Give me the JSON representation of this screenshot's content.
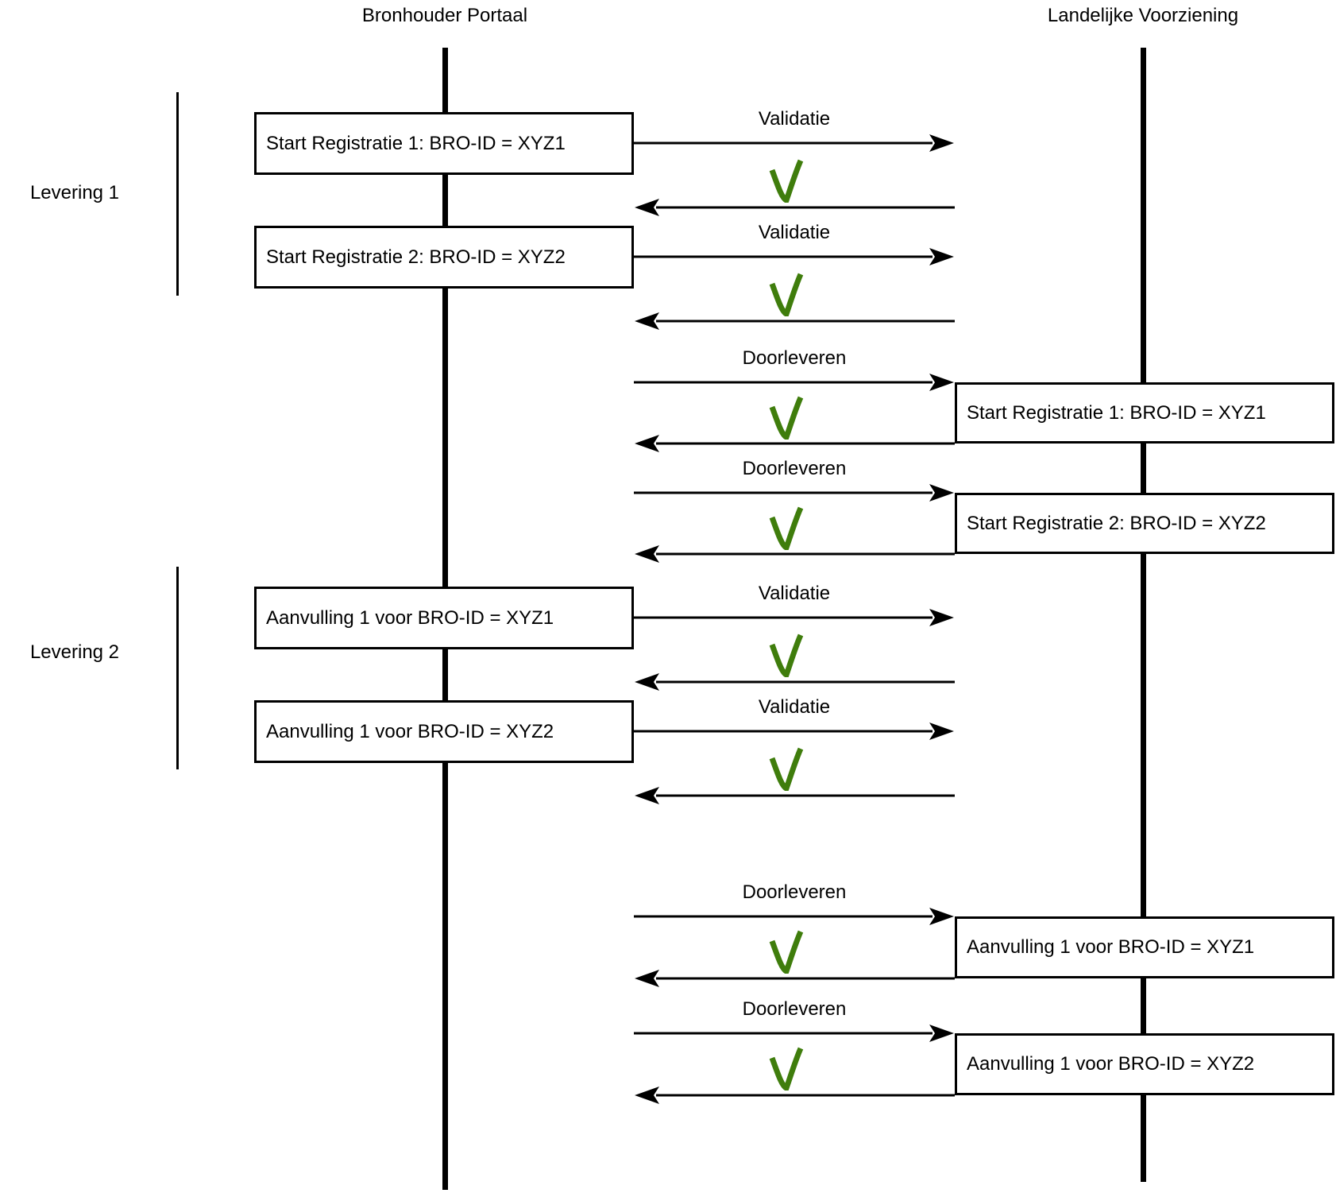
{
  "diagram": {
    "columns": [
      {
        "id": "bronhouder-portaal",
        "label": "Bronhouder Portaal"
      },
      {
        "id": "landelijke-voorziening",
        "label": "Landelijke Voorziening"
      }
    ],
    "groups": [
      {
        "label": "Levering 1"
      },
      {
        "label": "Levering 2"
      }
    ],
    "colors": {
      "line": "#000000",
      "checkmark": "#3f7d0c",
      "box_background": "#ffffff"
    },
    "exchanges": [
      {
        "group": "Levering 1",
        "arrow_label": "Validatie",
        "box_text": "Start Registratie 1: BRO-ID = XYZ1",
        "box_column": "bronhouder-portaal",
        "result_icon": "checkmark"
      },
      {
        "group": "Levering 1",
        "arrow_label": "Validatie",
        "box_text": "Start Registratie 2: BRO-ID = XYZ2",
        "box_column": "bronhouder-portaal",
        "result_icon": "checkmark"
      },
      {
        "group": "Levering 1",
        "arrow_label": "Doorleveren",
        "box_text": "Start Registratie 1: BRO-ID = XYZ1",
        "box_column": "landelijke-voorziening",
        "result_icon": "checkmark"
      },
      {
        "group": "Levering 1",
        "arrow_label": "Doorleveren",
        "box_text": "Start Registratie 2: BRO-ID = XYZ2",
        "box_column": "landelijke-voorziening",
        "result_icon": "checkmark"
      },
      {
        "group": "Levering 2",
        "arrow_label": "Validatie",
        "box_text": "Aanvulling 1 voor BRO-ID = XYZ1",
        "box_column": "bronhouder-portaal",
        "result_icon": "checkmark"
      },
      {
        "group": "Levering 2",
        "arrow_label": "Validatie",
        "box_text": "Aanvulling 1 voor BRO-ID = XYZ2",
        "box_column": "bronhouder-portaal",
        "result_icon": "checkmark"
      },
      {
        "group": "Levering 2",
        "arrow_label": "Doorleveren",
        "box_text": "Aanvulling 1 voor BRO-ID = XYZ1",
        "box_column": "landelijke-voorziening",
        "result_icon": "checkmark"
      },
      {
        "group": "Levering 2",
        "arrow_label": "Doorleveren",
        "box_text": "Aanvulling 1 voor BRO-ID = XYZ2",
        "box_column": "landelijke-voorziening",
        "result_icon": "checkmark"
      }
    ]
  }
}
